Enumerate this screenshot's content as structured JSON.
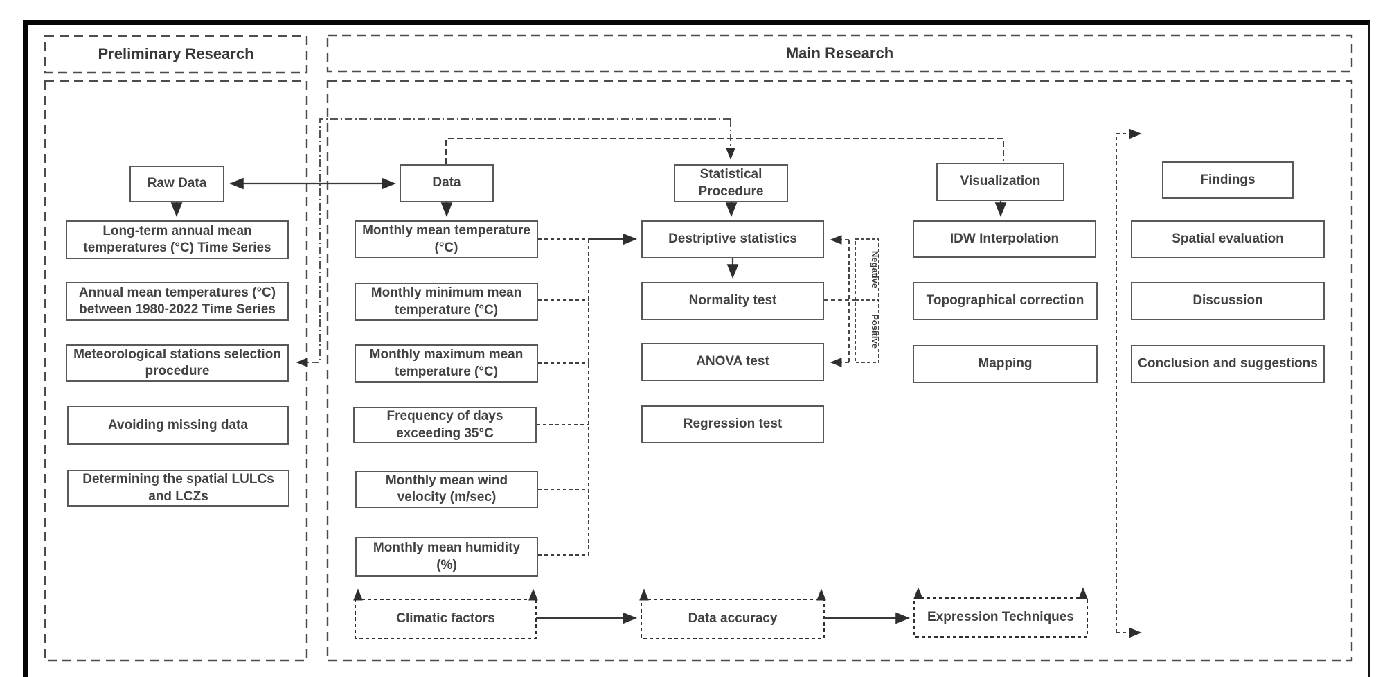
{
  "preliminary": {
    "title": "Preliminary Research",
    "raw_data": "Raw Data",
    "boxes": [
      "Long-term annual mean temperatures (°C) Time Series",
      "Annual mean temperatures (°C) between 1980-2022 Time Series",
      "Meteorological stations selection procedure",
      "Avoiding missing data",
      "Determining the spatial LULCs and LCZs"
    ]
  },
  "main": {
    "title": "Main Research",
    "data": {
      "header": "Data",
      "boxes": [
        "Monthly mean temperature (°C)",
        "Monthly minimum mean temperature (°C)",
        "Monthly maximum mean temperature (°C)",
        "Frequency of days exceeding 35°C",
        "Monthly mean wind velocity (m/sec)",
        "Monthly mean humidity (%)"
      ],
      "factor": "Climatic factors"
    },
    "stats": {
      "header": "Statistical Procedure",
      "boxes": [
        "Destriptive statistics",
        "Normality test",
        "ANOVA test",
        "Regression test"
      ],
      "factor": "Data accuracy"
    },
    "viz": {
      "header": "Visualization",
      "boxes": [
        "IDW Interpolation",
        "Topographical correction",
        "Mapping"
      ],
      "factor": "Expression Techniques"
    },
    "findings": {
      "header": "Findings",
      "boxes": [
        "Spatial evaluation",
        "Discussion",
        "Conclusion and suggestions"
      ]
    },
    "bracket": {
      "negative": "Negative",
      "positive": "Positive"
    }
  },
  "colors": {
    "line": "#3f3f3f",
    "box_border": "#595959",
    "text": "#424242"
  }
}
